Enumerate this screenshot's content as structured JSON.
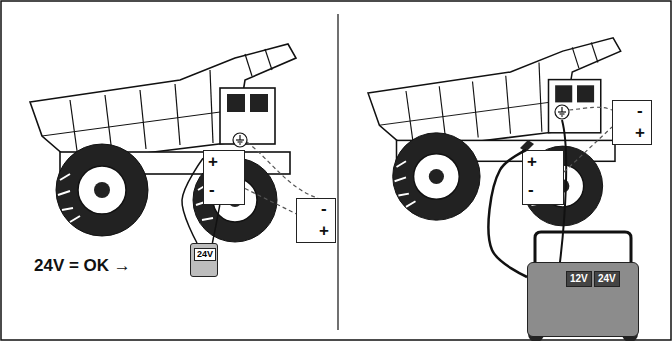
{
  "diagram": {
    "nodes": [
      {
        "text": [
          "+",
          "-"
        ]
      },
      {
        "text": [
          "-",
          "+"
        ]
      },
      {
        "text": [
          "24V"
        ]
      },
      {
        "text": [
          "+",
          "-"
        ]
      },
      {
        "text": [
          "-",
          "+"
        ]
      },
      {
        "text": [
          "12V",
          "24V"
        ]
      }
    ],
    "edges": [
      {
        "from": 0,
        "to": 1,
        "arrow": "none"
      },
      {
        "from": 2,
        "to": 0,
        "arrow": "none"
      },
      {
        "from": 2,
        "to": 0,
        "arrow": "none"
      },
      {
        "from": 3,
        "to": 4,
        "arrow": "none"
      },
      {
        "from": 5,
        "to": 3,
        "arrow": "none"
      }
    ],
    "labels": [
      "24V = OK →"
    ]
  }
}
